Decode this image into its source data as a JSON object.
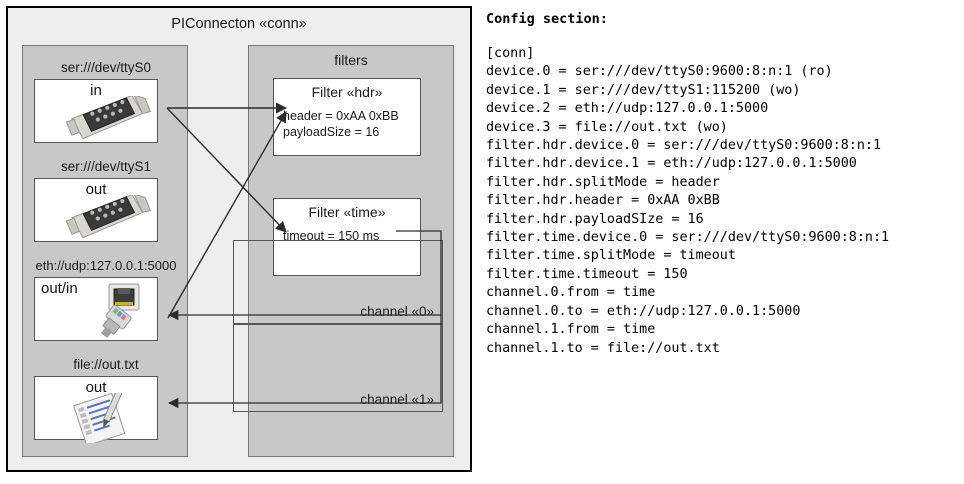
{
  "diagram": {
    "title": "PIConnecton «conn»",
    "devices_panel": {
      "groups": [
        {
          "label": "ser:///dev/ttyS0",
          "io": "in",
          "icon": "serial-port-icon"
        },
        {
          "label": "ser:///dev/ttyS1",
          "io": "out",
          "icon": "serial-port-icon"
        },
        {
          "label": "eth://udp:127.0.0.1:5000",
          "io": "out/in",
          "icon": "ethernet-plug-icon"
        },
        {
          "label": "file://out.txt",
          "io": "out",
          "icon": "text-file-icon"
        }
      ]
    },
    "filters_panel": {
      "title": "filters",
      "filters": [
        {
          "title": "Filter «hdr»",
          "props": [
            "header = 0xAA 0xBB",
            "payloadSize = 16"
          ]
        },
        {
          "title": "Filter «time»",
          "props": [
            "timeout = 150 ms"
          ]
        }
      ],
      "channels": [
        {
          "label": "channel «0»"
        },
        {
          "label": "channel «1»"
        }
      ]
    }
  },
  "config": {
    "heading": "Config section:",
    "text": "[conn]\ndevice.0 = ser:///dev/ttyS0:9600:8:n:1 (ro)\ndevice.1 = ser:///dev/ttyS1:115200 (wo)\ndevice.2 = eth://udp:127.0.0.1:5000\ndevice.3 = file://out.txt (wo)\nfilter.hdr.device.0 = ser:///dev/ttyS0:9600:8:n:1\nfilter.hdr.device.1 = eth://udp:127.0.0.1:5000\nfilter.hdr.splitMode = header\nfilter.hdr.header = 0xAA 0xBB\nfilter.hdr.payloadSIze = 16\nfilter.time.device.0 = ser:///dev/ttyS0:9600:8:n:1\nfilter.time.splitMode = timeout\nfilter.time.timeout = 150\nchannel.0.from = time\nchannel.0.to = eth://udp:127.0.0.1:5000\nchannel.1.from = time\nchannel.1.to = file://out.txt"
  },
  "colors": {
    "outer_fill": "#eeeeee",
    "panel_fill": "#c8c8c8",
    "box_fill": "#ffffff",
    "outline": "#000000",
    "wire": "#333333"
  }
}
